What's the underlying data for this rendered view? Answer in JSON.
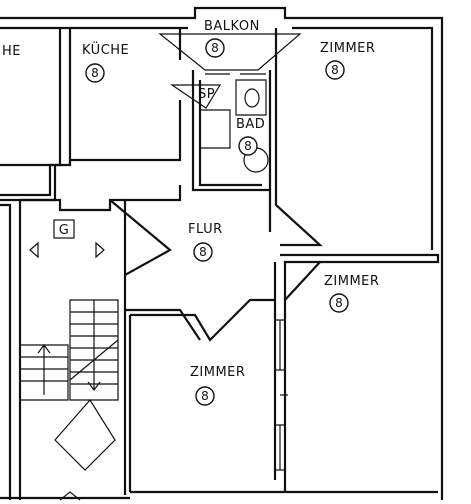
{
  "rooms": [
    {
      "key": "partial-left",
      "label": "HE",
      "unit": ""
    },
    {
      "key": "kueche",
      "label": "KÜCHE",
      "unit": "8"
    },
    {
      "key": "balkon",
      "label": "BALKON",
      "unit": "8"
    },
    {
      "key": "zimmer-top-right",
      "label": "ZIMMER",
      "unit": "8"
    },
    {
      "key": "speisekammer",
      "label": "SP",
      "unit": ""
    },
    {
      "key": "bad",
      "label": "BAD",
      "unit": "8"
    },
    {
      "key": "flur",
      "label": "FLUR",
      "unit": "8"
    },
    {
      "key": "zimmer-mid-right",
      "label": "ZIMMER",
      "unit": "8"
    },
    {
      "key": "zimmer-bottom",
      "label": "ZIMMER",
      "unit": "8"
    }
  ],
  "stairwell": {
    "label": "G"
  }
}
